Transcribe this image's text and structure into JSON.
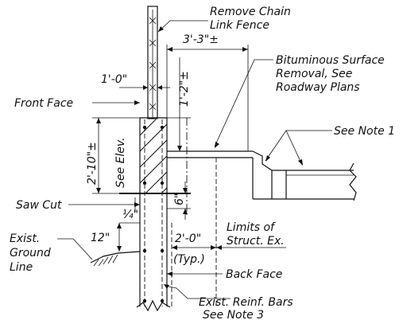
{
  "labels": {
    "remove_chain_line1": "Remove Chain",
    "remove_chain_line2": "Link Fence",
    "dim_3_3": "3'-3\"±",
    "bituminous_line1": "Bituminous Surface",
    "bituminous_line2": "Removal, See",
    "bituminous_line3": "Roadway Plans",
    "dim_1_0": "1'-0\"",
    "dim_1_2": "1'-2\"±",
    "front_face": "Front Face",
    "see_note_1": "See Note 1",
    "dim_2_10": "2'-10\"±",
    "see_elev": "See Elev.",
    "saw_cut": "Saw Cut",
    "dim_6": "6\"",
    "dim_quarter": "¼\"",
    "limits_line1": "Limits of",
    "limits_line2": "Struct. Ex.",
    "dim_12": "12\"",
    "exist_ground_line1": "Exist.",
    "exist_ground_line2": "Ground",
    "exist_ground_line3": "Line",
    "dim_2_0": "2'-0\"",
    "typ": "(Typ.)",
    "back_face": "Back Face",
    "reinf_line1": "Exist. Reinf. Bars",
    "reinf_line2": "See Note 3"
  }
}
